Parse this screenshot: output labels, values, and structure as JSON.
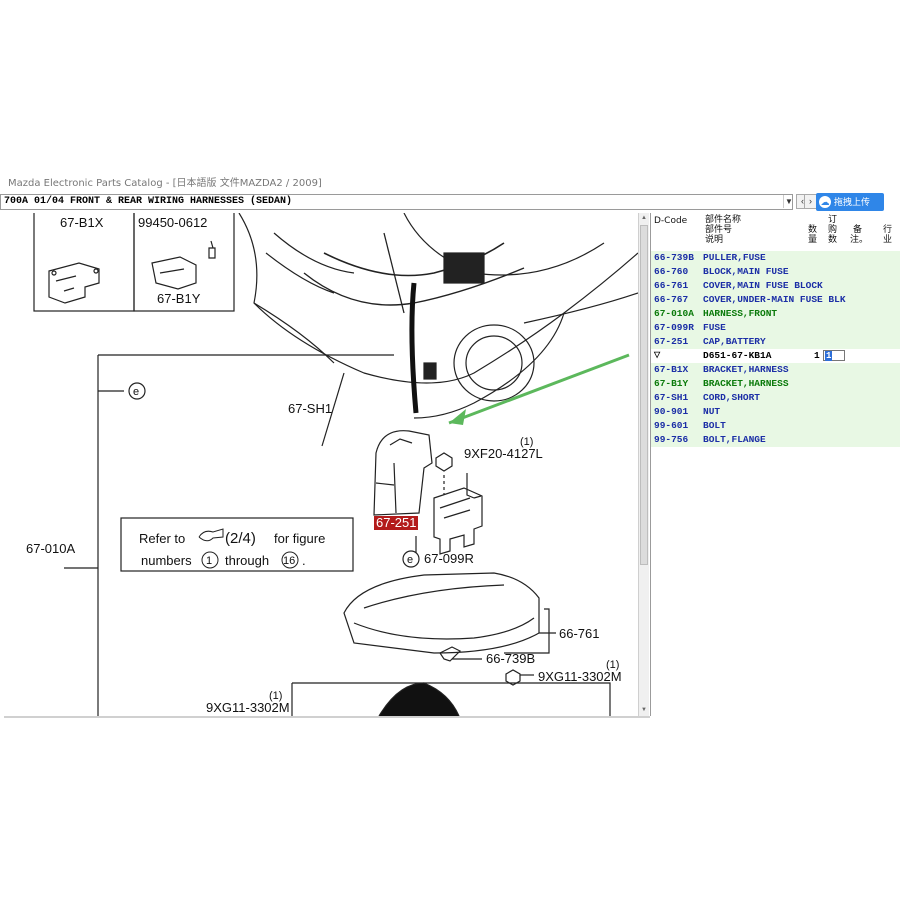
{
  "window": {
    "title": "Mazda Electronic Parts Catalog - [日本語版 文件MAZDA2 / 2009]"
  },
  "toolbar": {
    "combo_value": "700A 01/04 FRONT & REAR WIRING HARNESSES (SEDAN)",
    "upload_label": "拖拽上传"
  },
  "drawing": {
    "labels": {
      "b1x": "67-B1X",
      "b1y_top": "99450-0612",
      "b1y": "67-B1Y",
      "sh1": "67-SH1",
      "circle_e1": "e",
      "circle_e2": "e",
      "bolt1_qty": "(1)",
      "bolt1": "9XF20-4127L",
      "cap": "67-251",
      "fuse": "67-099R",
      "harness": "67-010A",
      "cover": "66-761",
      "puller": "66-739B",
      "bolt2_qty": "(1)",
      "bolt2": "9XG11-3302M",
      "bolt3_qty": "(1)",
      "bolt3": "9XG11-3302M",
      "refer_1": "Refer to",
      "refer_2": "(2/4)",
      "refer_3": "for figure",
      "refer_4": "numbers",
      "refer_5": "1",
      "refer_6": "through",
      "refer_7": "16",
      "refer_8": "."
    }
  },
  "parts_table": {
    "headers": {
      "dcode": "D-Code",
      "name_1": "部件名称",
      "name_2": "部件号",
      "name_3": "说明",
      "qty_1": "数",
      "qty_2": "量",
      "order_1": "订",
      "order_2": "购",
      "order_3": "数",
      "remark_1": "备",
      "remark_2": "注。",
      "stock_1": "行",
      "stock_2": "业"
    },
    "rows": [
      {
        "code": "66-739B",
        "name": "PULLER,FUSE"
      },
      {
        "code": "66-760",
        "name": "BLOCK,MAIN FUSE"
      },
      {
        "code": "66-761",
        "name": "COVER,MAIN FUSE BLOCK"
      },
      {
        "code": "66-767",
        "name": "COVER,UNDER-MAIN FUSE BLK"
      },
      {
        "code": "67-010A",
        "name": "HARNESS,FRONT"
      },
      {
        "code": "67-099R",
        "name": "FUSE"
      },
      {
        "code": "67-251",
        "name": "CAP,BATTERY"
      }
    ],
    "detail_row": {
      "mark": "▽",
      "part_no": "D651-67-KB1A",
      "qty": "1",
      "order": "1"
    },
    "rows2": [
      {
        "code": "67-B1X",
        "name": "BRACKET,HARNESS"
      },
      {
        "code": "67-B1Y",
        "name": "BRACKET,HARNESS"
      },
      {
        "code": "67-SH1",
        "name": "CORD,SHORT"
      },
      {
        "code": "90-901",
        "name": "NUT"
      },
      {
        "code": "99-601",
        "name": "BOLT"
      },
      {
        "code": "99-756",
        "name": "BOLT,FLANGE"
      }
    ]
  }
}
